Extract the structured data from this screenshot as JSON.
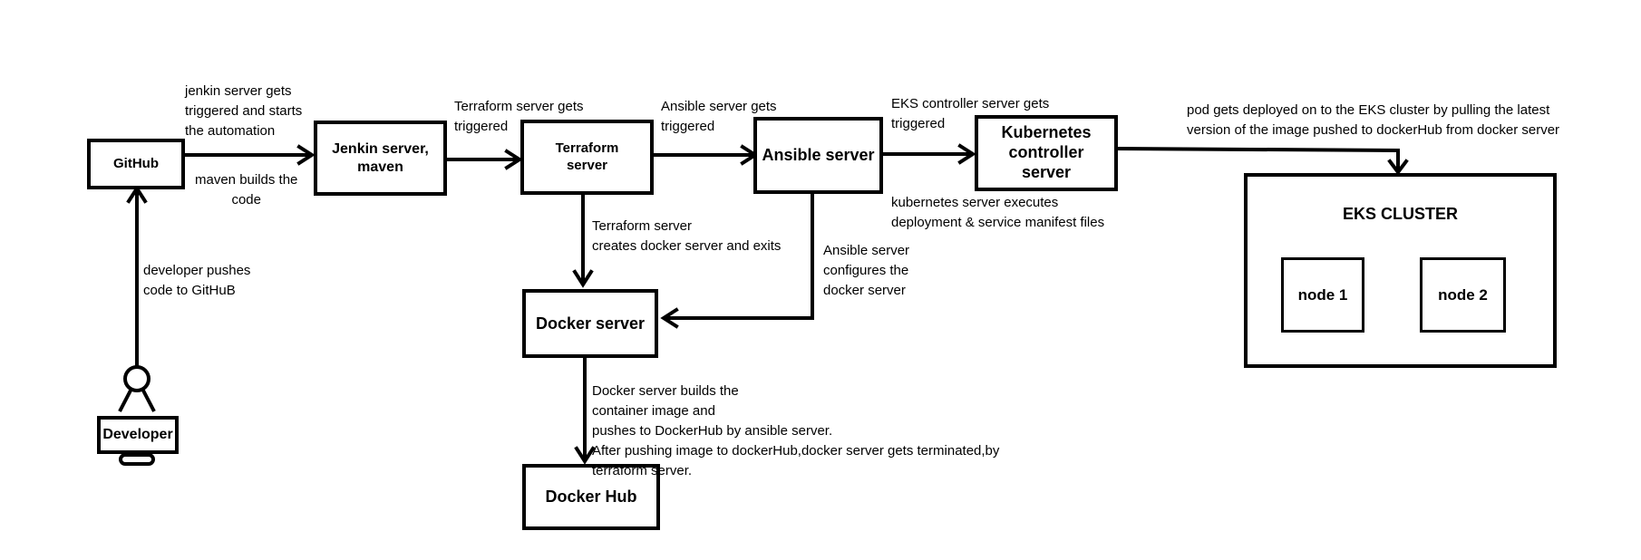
{
  "nodes": {
    "github": "GitHub",
    "developer": "Developer",
    "jenkins": "Jenkin server,\nmaven",
    "terraform": "Terraform\nserver",
    "ansible": "Ansible server",
    "kubernetes": "Kubernetes\ncontroller\nserver",
    "docker_server": "Docker server",
    "docker_hub": "Docker Hub",
    "eks_cluster": "EKS CLUSTER",
    "node1": "node 1",
    "node2": "node 2"
  },
  "labels": {
    "jenkins_trigger": "jenkin server gets\ntriggered and starts\nthe automation",
    "maven_builds": "maven builds the\ncode",
    "terraform_trigger": "Terraform server gets\ntriggered",
    "ansible_trigger": "Ansible server gets\ntriggered",
    "eks_trigger": "EKS controller server gets\ntriggered",
    "pod_deployed": "pod gets deployed on to the EKS cluster by pulling the latest\nversion of the image pushed to dockerHub from docker server",
    "k8s_executes": "kubernetes server executes\ndeployment & service manifest files",
    "developer_pushes": "developer pushes\ncode to GitHuB",
    "terraform_creates": "Terraform server\ncreates docker server  and exits",
    "ansible_configures": "Ansible server\nconfigures the\ndocker server",
    "docker_builds": "Docker server builds the\ncontainer image and\npushes to DockerHub by ansible server.\n After pushing image to dockerHub,docker server gets terminated,by\n terraform server."
  }
}
